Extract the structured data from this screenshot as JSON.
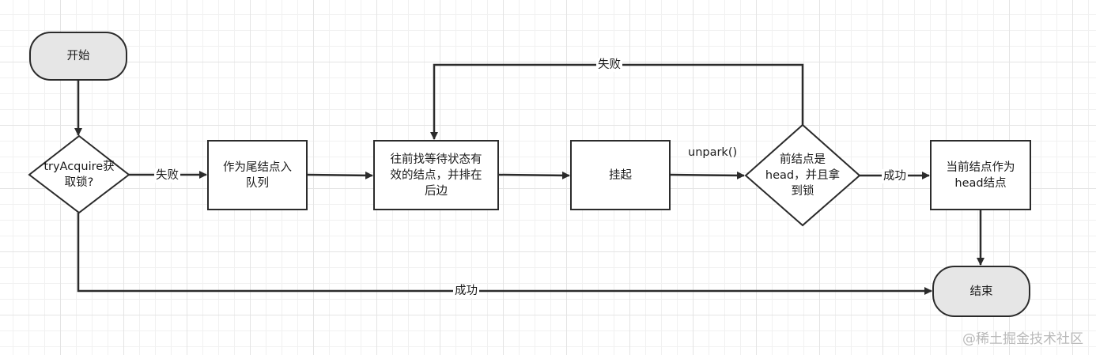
{
  "nodes": {
    "start": "开始",
    "try_acquire": "tryAcquire获\n取锁?",
    "enqueue_tail": "作为尾结点入\n队列",
    "find_valid": "往前找等待状态有\n效的结点，并排在\n后边",
    "park": "挂起",
    "prev_is_head": "前结点是\nhead，并且拿\n到锁",
    "set_head": "当前结点作为\nhead结点",
    "end": "结束"
  },
  "edges": {
    "try_fail": "失败",
    "try_success": "成功",
    "unpark": "unpark()",
    "head_fail": "失败",
    "head_success": "成功"
  },
  "watermark": "@稀土掘金技术社区",
  "colors": {
    "stroke": "#2b2b2b",
    "terminal_fill": "#e6e6e6",
    "box_fill": "#ffffff"
  }
}
